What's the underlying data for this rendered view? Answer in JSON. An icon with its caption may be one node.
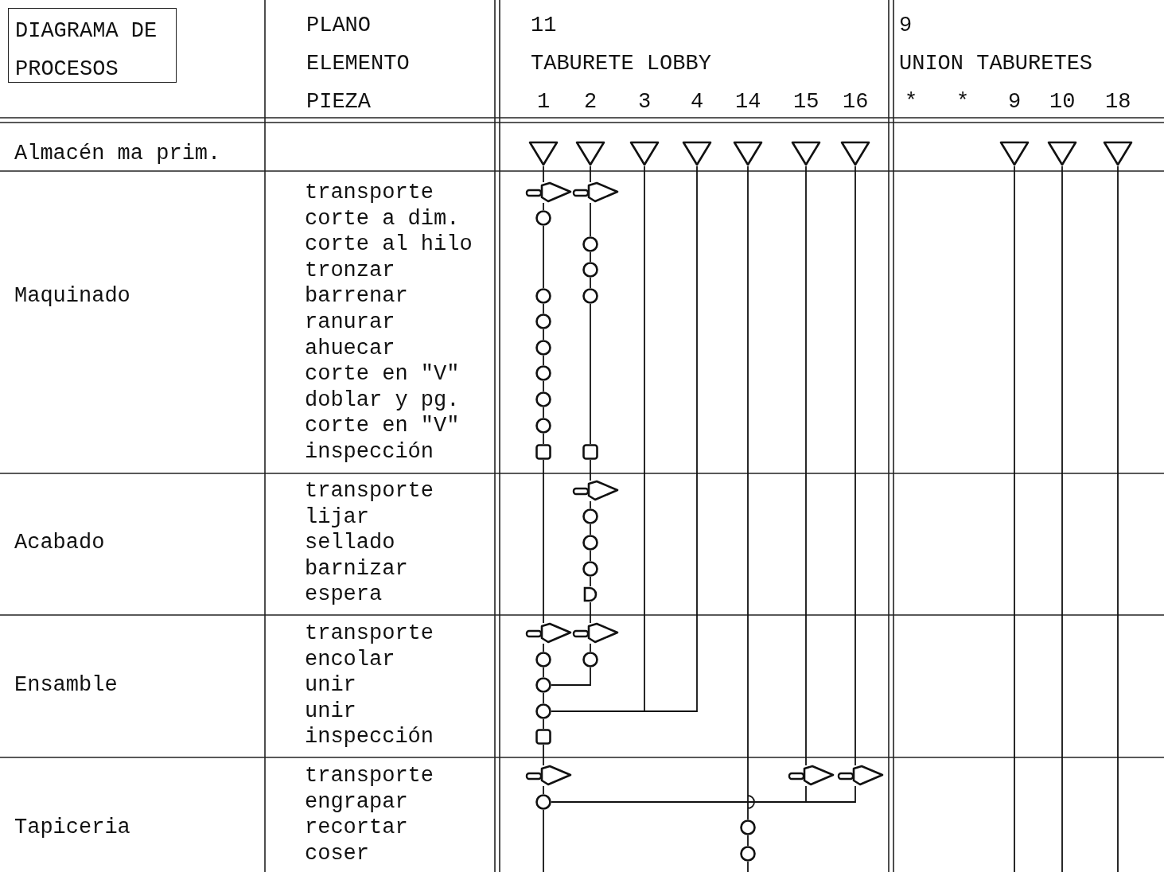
{
  "diagram": {
    "nodes": [
      {
        "text": [
          "DIAGRAMA DE PROCESOS"
        ]
      },
      {
        "text": [],
        "shape": "triangle"
      },
      {
        "text": [],
        "shape": "arrow"
      },
      {
        "text": [],
        "shape": "circle"
      },
      {
        "text": [],
        "shape": "circle"
      },
      {
        "text": [],
        "shape": "circle"
      },
      {
        "text": [],
        "shape": "circle"
      },
      {
        "text": [],
        "shape": "circle"
      },
      {
        "text": [],
        "shape": "circle"
      },
      {
        "text": [],
        "shape": "circle"
      },
      {
        "text": [],
        "shape": "box"
      },
      {
        "text": [],
        "shape": "arrow"
      },
      {
        "text": [],
        "shape": "circle"
      },
      {
        "text": [],
        "shape": "circle"
      },
      {
        "text": [],
        "shape": "circle"
      },
      {
        "text": [],
        "shape": "box"
      },
      {
        "text": [],
        "shape": "arrow"
      },
      {
        "text": [],
        "shape": "circle"
      },
      {
        "text": [],
        "shape": "triangle"
      },
      {
        "text": [],
        "shape": "arrow"
      },
      {
        "text": [],
        "shape": "circle"
      },
      {
        "text": [],
        "shape": "circle"
      },
      {
        "text": [],
        "shape": "circle"
      },
      {
        "text": [],
        "shape": "box"
      },
      {
        "text": [],
        "shape": "arrow"
      },
      {
        "text": [],
        "shape": "circle"
      },
      {
        "text": [],
        "shape": "circle"
      },
      {
        "text": [],
        "shape": "circle"
      },
      {
        "text": [],
        "shape": "semicircle"
      },
      {
        "text": [],
        "shape": "arrow"
      },
      {
        "text": [],
        "shape": "circle"
      },
      {
        "text": [],
        "shape": "triangle"
      },
      {
        "text": [],
        "shape": "triangle"
      },
      {
        "text": [],
        "shape": "triangle"
      },
      {
        "text": [],
        "shape": "circle"
      },
      {
        "text": [],
        "shape": "circle"
      },
      {
        "text": [],
        "shape": "triangle"
      },
      {
        "text": [],
        "shape": "arrow"
      },
      {
        "text": [],
        "shape": "triangle"
      },
      {
        "text": [],
        "shape": "arrow"
      },
      {
        "text": [],
        "shape": "triangle"
      },
      {
        "text": [],
        "shape": "triangle"
      },
      {
        "text": [],
        "shape": "triangle"
      }
    ],
    "edges": [
      {
        "from": 1,
        "to": 2,
        "arrow": "none"
      },
      {
        "from": 2,
        "to": 3,
        "arrow": "none"
      },
      {
        "from": 3,
        "to": 4,
        "arrow": "none"
      },
      {
        "from": 4,
        "to": 5,
        "arrow": "none"
      },
      {
        "from": 5,
        "to": 6,
        "arrow": "none"
      },
      {
        "from": 6,
        "to": 7,
        "arrow": "none"
      },
      {
        "from": 7,
        "to": 8,
        "arrow": "none"
      },
      {
        "from": 8,
        "to": 9,
        "arrow": "none"
      },
      {
        "from": 9,
        "to": 10,
        "arrow": "none"
      },
      {
        "from": 10,
        "to": 11,
        "arrow": "none"
      },
      {
        "from": 11,
        "to": 12,
        "arrow": "none"
      },
      {
        "from": 12,
        "to": 13,
        "arrow": "none"
      },
      {
        "from": 13,
        "to": 14,
        "arrow": "none"
      },
      {
        "from": 14,
        "to": 15,
        "arrow": "none"
      },
      {
        "from": 15,
        "to": 16,
        "arrow": "none"
      },
      {
        "from": 16,
        "to": 17,
        "arrow": "none"
      },
      {
        "from": 17,
        "to": null,
        "arrow": "none"
      },
      {
        "from": 18,
        "to": 19,
        "arrow": "none"
      },
      {
        "from": 19,
        "to": 20,
        "arrow": "none"
      },
      {
        "from": 20,
        "to": 21,
        "arrow": "none"
      },
      {
        "from": 21,
        "to": 22,
        "arrow": "none"
      },
      {
        "from": 22,
        "to": 23,
        "arrow": "none"
      },
      {
        "from": 23,
        "to": 24,
        "arrow": "none"
      },
      {
        "from": 24,
        "to": 25,
        "arrow": "none"
      },
      {
        "from": 25,
        "to": 26,
        "arrow": "none"
      },
      {
        "from": 26,
        "to": 27,
        "arrow": "none"
      },
      {
        "from": 27,
        "to": 28,
        "arrow": "none"
      },
      {
        "from": 28,
        "to": 29,
        "arrow": "none"
      },
      {
        "from": 29,
        "to": 30,
        "arrow": "none"
      },
      {
        "from": 30,
        "to": 13,
        "arrow": "none"
      },
      {
        "from": 31,
        "to": 14,
        "arrow": "none"
      },
      {
        "from": 32,
        "to": 14,
        "arrow": "none"
      },
      {
        "from": 33,
        "to": 34,
        "arrow": "none"
      },
      {
        "from": 34,
        "to": 35,
        "arrow": "none"
      },
      {
        "from": 35,
        "to": null,
        "arrow": "none"
      },
      {
        "from": 36,
        "to": 37,
        "arrow": "none"
      },
      {
        "from": 37,
        "to": 17,
        "arrow": "none"
      },
      {
        "from": 38,
        "to": 39,
        "arrow": "none"
      },
      {
        "from": 39,
        "to": 17,
        "arrow": "none"
      },
      {
        "from": 40,
        "to": null,
        "arrow": "none"
      },
      {
        "from": 41,
        "to": null,
        "arrow": "none"
      },
      {
        "from": 42,
        "to": null,
        "arrow": "none"
      }
    ],
    "labels": [
      "PLANO",
      "11",
      "9",
      "ELEMENTO",
      "TABURETE LOBBY",
      "UNION TABURETES",
      "PIEZA",
      "1",
      "2",
      "3",
      "4",
      "14",
      "15",
      "16",
      "*",
      "*",
      "9",
      "10",
      "18",
      "Almacén ma prim.",
      "Maquinado",
      "transporte",
      "corte a dim.",
      "corte al hilo",
      "tronzar",
      "barrenar",
      "ranurar",
      "ahuecar",
      "corte en \"V\"",
      "doblar y pg.",
      "corte en \"V\"",
      "inspección",
      "Acabado",
      "transporte",
      "lijar",
      "sellado",
      "barnizar",
      "espera",
      "Ensamble",
      "transporte",
      "encolar",
      "unir",
      "unir",
      "inspección",
      "Tapiceria",
      "transporte",
      "engrapar",
      "recortar",
      "coser"
    ]
  }
}
